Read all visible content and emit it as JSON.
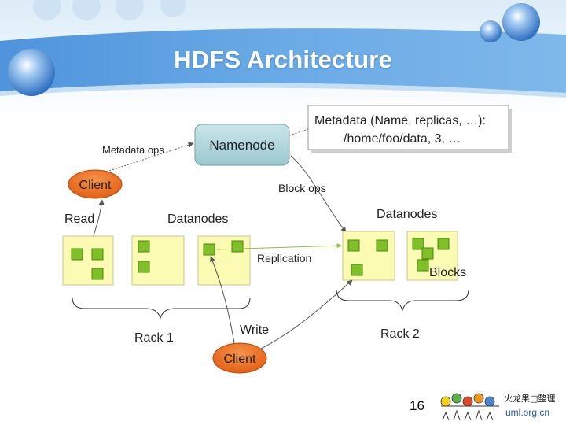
{
  "slide": {
    "title": "HDFS Architecture",
    "page_number": "16"
  },
  "branding": {
    "logo_text_top": "火龙果□整理",
    "logo_text_bottom": "uml.org.cn"
  },
  "diagram": {
    "namenode_label": "Namenode",
    "metadata_text_line1": "Metadata (Name, replicas, …):",
    "metadata_text_line2": "/home/foo/data, 3, …",
    "metadata_ops_label": "Metadata ops",
    "block_ops_label": "Block ops",
    "client_top_label": "Client",
    "client_bottom_label": "Client",
    "read_label": "Read",
    "write_label": "Write",
    "datanodes_left_label": "Datanodes",
    "datanodes_right_label": "Datanodes",
    "replication_label": "Replication",
    "blocks_label": "Blocks",
    "rack1_label": "Rack 1",
    "rack2_label": "Rack 2"
  },
  "colors": {
    "header_blue": "#5d9fe0",
    "namenode_fill": "#a9d1d8",
    "datanode_fill": "#fbfbb3",
    "block_fill": "#7fbf27",
    "client_fill": "#e8661a",
    "arrow": "#555555"
  }
}
